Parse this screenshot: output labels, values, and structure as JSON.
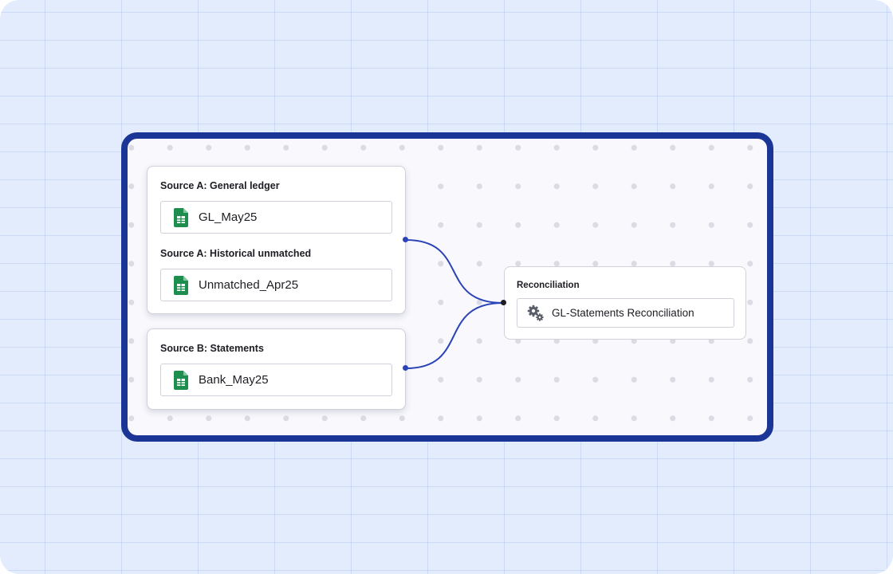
{
  "colors": {
    "background": "#e3ecfd",
    "frame_border": "#1a3596",
    "connector": "#2a44b8",
    "spreadsheet_icon": "#1e8e4e"
  },
  "source_a_card": {
    "section1_label": "Source A:  General ledger",
    "section1_file": {
      "name": "GL_May25",
      "icon": "google-sheets-icon"
    },
    "section2_label": "Source A:  Historical unmatched",
    "section2_file": {
      "name": "Unmatched_Apr25",
      "icon": "google-sheets-icon"
    }
  },
  "source_b_card": {
    "label": "Source B:  Statements",
    "file": {
      "name": "Bank_May25",
      "icon": "google-sheets-icon"
    }
  },
  "reconciliation_card": {
    "label": "Reconciliation",
    "item": {
      "name": "GL-Statements Reconciliation",
      "icon": "gears-icon"
    }
  }
}
